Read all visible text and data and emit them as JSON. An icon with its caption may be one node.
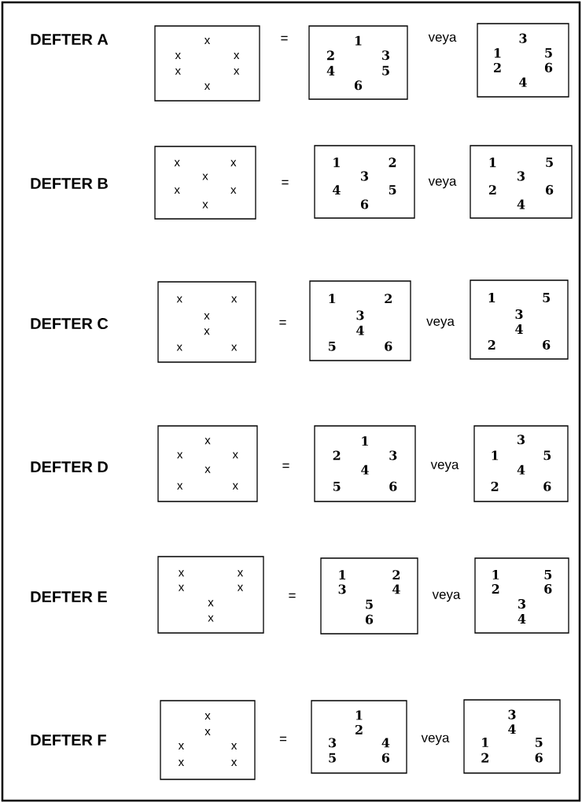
{
  "diagram": {
    "nodes": [
      {
        "text": [
          "x",
          "x",
          "x",
          "x",
          "x",
          "x"
        ]
      },
      {
        "text": [
          "1",
          "2",
          "3",
          "4",
          "5",
          "6"
        ]
      },
      {
        "text": [
          "3",
          "1",
          "5",
          "2",
          "6",
          "4"
        ]
      },
      {
        "text": [
          "x",
          "x",
          "x",
          "x",
          "x",
          "x"
        ]
      },
      {
        "text": [
          "1",
          "2",
          "3",
          "4",
          "5",
          "6"
        ]
      },
      {
        "text": [
          "1",
          "5",
          "3",
          "2",
          "6",
          "4"
        ]
      },
      {
        "text": [
          "x",
          "x",
          "x",
          "x",
          "x",
          "x"
        ]
      },
      {
        "text": [
          "1",
          "2",
          "3",
          "4",
          "5",
          "6"
        ]
      },
      {
        "text": [
          "1",
          "5",
          "3",
          "4",
          "2",
          "6"
        ]
      },
      {
        "text": [
          "x",
          "x",
          "x",
          "x",
          "x",
          "x"
        ]
      },
      {
        "text": [
          "1",
          "2",
          "3",
          "4",
          "5",
          "6"
        ]
      },
      {
        "text": [
          "3",
          "1",
          "5",
          "4",
          "2",
          "6"
        ]
      },
      {
        "text": [
          "x",
          "x",
          "x",
          "x",
          "x",
          "x"
        ]
      },
      {
        "text": [
          "1",
          "2",
          "3",
          "4",
          "5",
          "6"
        ]
      },
      {
        "text": [
          "1",
          "5",
          "2",
          "6",
          "3",
          "4"
        ]
      },
      {
        "text": [
          "x",
          "x",
          "x",
          "x",
          "x",
          "x"
        ]
      },
      {
        "text": [
          "1",
          "2",
          "3",
          "4",
          "5",
          "6"
        ]
      },
      {
        "text": [
          "3",
          "4",
          "1",
          "5",
          "2",
          "6"
        ]
      }
    ],
    "labels": [
      "DEFTER A",
      "=",
      "veya",
      "DEFTER B",
      "=",
      "veya",
      "DEFTER C",
      "=",
      "veya",
      "DEFTER D",
      "=",
      "veya",
      "DEFTER E",
      "=",
      "veya",
      "DEFTER F",
      "=",
      "veya"
    ]
  }
}
